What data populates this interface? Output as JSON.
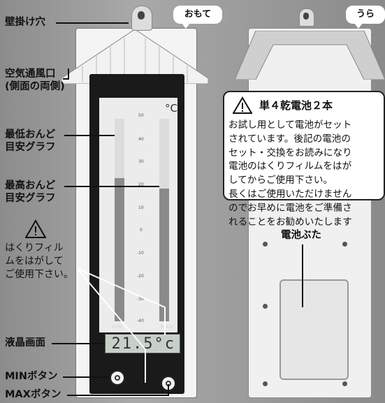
{
  "labels": {
    "wall_hole": "壁掛け穴",
    "vent": "空気通風口\n(側面の両側)",
    "min_graph": "最低おんど\n目安グラフ",
    "max_graph": "最高おんど\n目安グラフ",
    "peel_film": "はくりフィル\nムをはがして\nご使用下さい。",
    "lcd": "液晶画面",
    "min_button": "MINボタン",
    "max_button": "MAXボタン",
    "battery_cover": "電池ぶた"
  },
  "tags": {
    "front": "おもて",
    "back": "うら"
  },
  "notice": {
    "title": "単４乾電池２本",
    "body": "お試し用として電池がセット\nされています。後記の電池の\nセット・交換をお読みになり\n電池のはくりフィルムをはが\nしてからご使用下さい。\n長くはご使用いただけません\nのでお早めに電池をご準備さ\nれることをお勧めいたします"
  },
  "thermometer": {
    "unit": "°C",
    "scale": [
      "50",
      "40",
      "30",
      "20",
      "10",
      "0",
      "-10",
      "-20",
      "-30",
      "-40"
    ],
    "min_label": "MIN",
    "max_label": "MAX",
    "lcd_value": "21.5°c"
  },
  "colors": {
    "background": "#9a9a9a",
    "frame": "#1a1a1a",
    "panel": "#ffffff"
  }
}
